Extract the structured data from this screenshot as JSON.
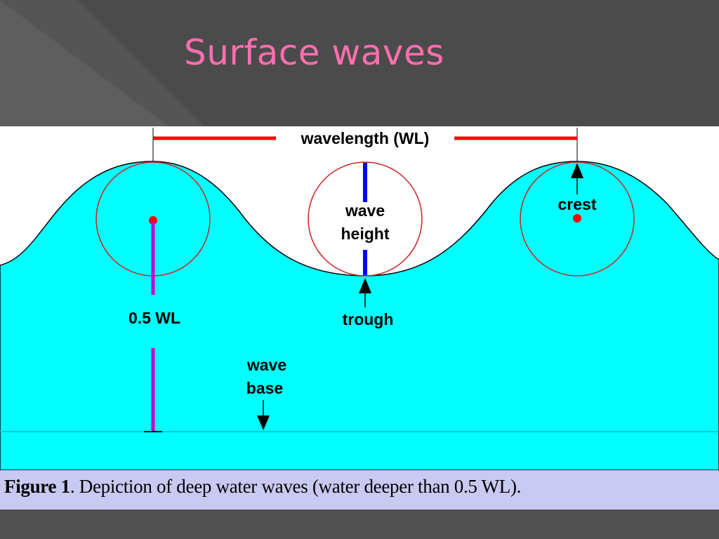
{
  "slide": {
    "title": "Surface waves"
  },
  "diagram": {
    "labels": {
      "wavelength": "wavelength (WL)",
      "wave_height_line1": "wave",
      "wave_height_line2": "height",
      "crest": "crest",
      "trough": "trough",
      "half_wl": "0.5 WL",
      "wave_base_line1": "wave",
      "wave_base_line2": "base"
    },
    "colors": {
      "water": "#00ffff",
      "sky": "#ffffff",
      "wavelength_marker": "#ff0000",
      "orbit": "#cc2222",
      "wave_height_marker": "#0000ff",
      "depth_marker": "#cc00cc",
      "wave_base_line": "#2aa8c8",
      "caption_background": "#c9c9f2",
      "title": "#ff6fae"
    }
  },
  "caption": {
    "label": "Figure 1",
    "text": ". Depiction of deep water waves (water deeper than 0.5 WL)."
  }
}
